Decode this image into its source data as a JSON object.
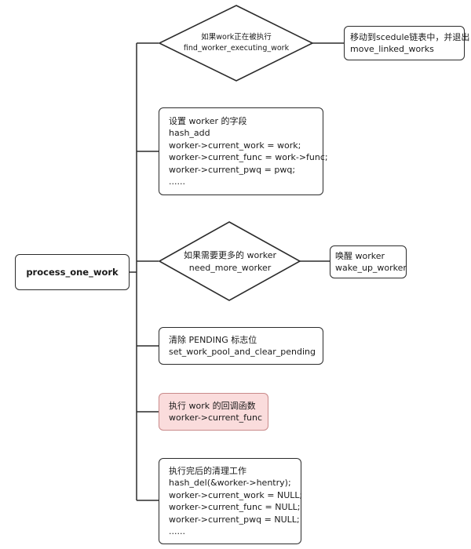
{
  "diagram": {
    "root": {
      "label": "process_one_work"
    },
    "decisions": [
      {
        "id": "executing",
        "line1": "如果work正在被执行",
        "line2": "find_worker_executing_work",
        "result": {
          "line1": "移动到scedule链表中，并退出",
          "line2": "move_linked_works"
        }
      },
      {
        "id": "more-worker",
        "line1": "如果需要更多的 worker",
        "line2": "need_more_worker",
        "result": {
          "line1": "唤醒 worker",
          "line2": "wake_up_worker"
        }
      }
    ],
    "steps": [
      {
        "id": "set-fields",
        "lines": [
          "设置 worker 的字段",
          "hash_add",
          "worker->current_work = work;",
          "worker->current_func = work->func;",
          "worker->current_pwq = pwq;",
          "......"
        ]
      },
      {
        "id": "clear-pending",
        "lines": [
          "清除 PENDING 标志位",
          "set_work_pool_and_clear_pending"
        ]
      },
      {
        "id": "run-callback",
        "highlight": true,
        "lines": [
          "执行 work 的回调函数",
          "worker->current_func"
        ]
      },
      {
        "id": "cleanup",
        "lines": [
          "执行完后的清理工作",
          "hash_del(&worker->hentry);",
          "worker->current_work = NULL;",
          "worker->current_func = NULL;",
          "worker->current_pwq = NULL;",
          "......"
        ]
      }
    ],
    "colors": {
      "stroke": "#2b2b2b",
      "highlight_fill": "#fadcdc",
      "highlight_stroke": "#c98a8a"
    }
  }
}
